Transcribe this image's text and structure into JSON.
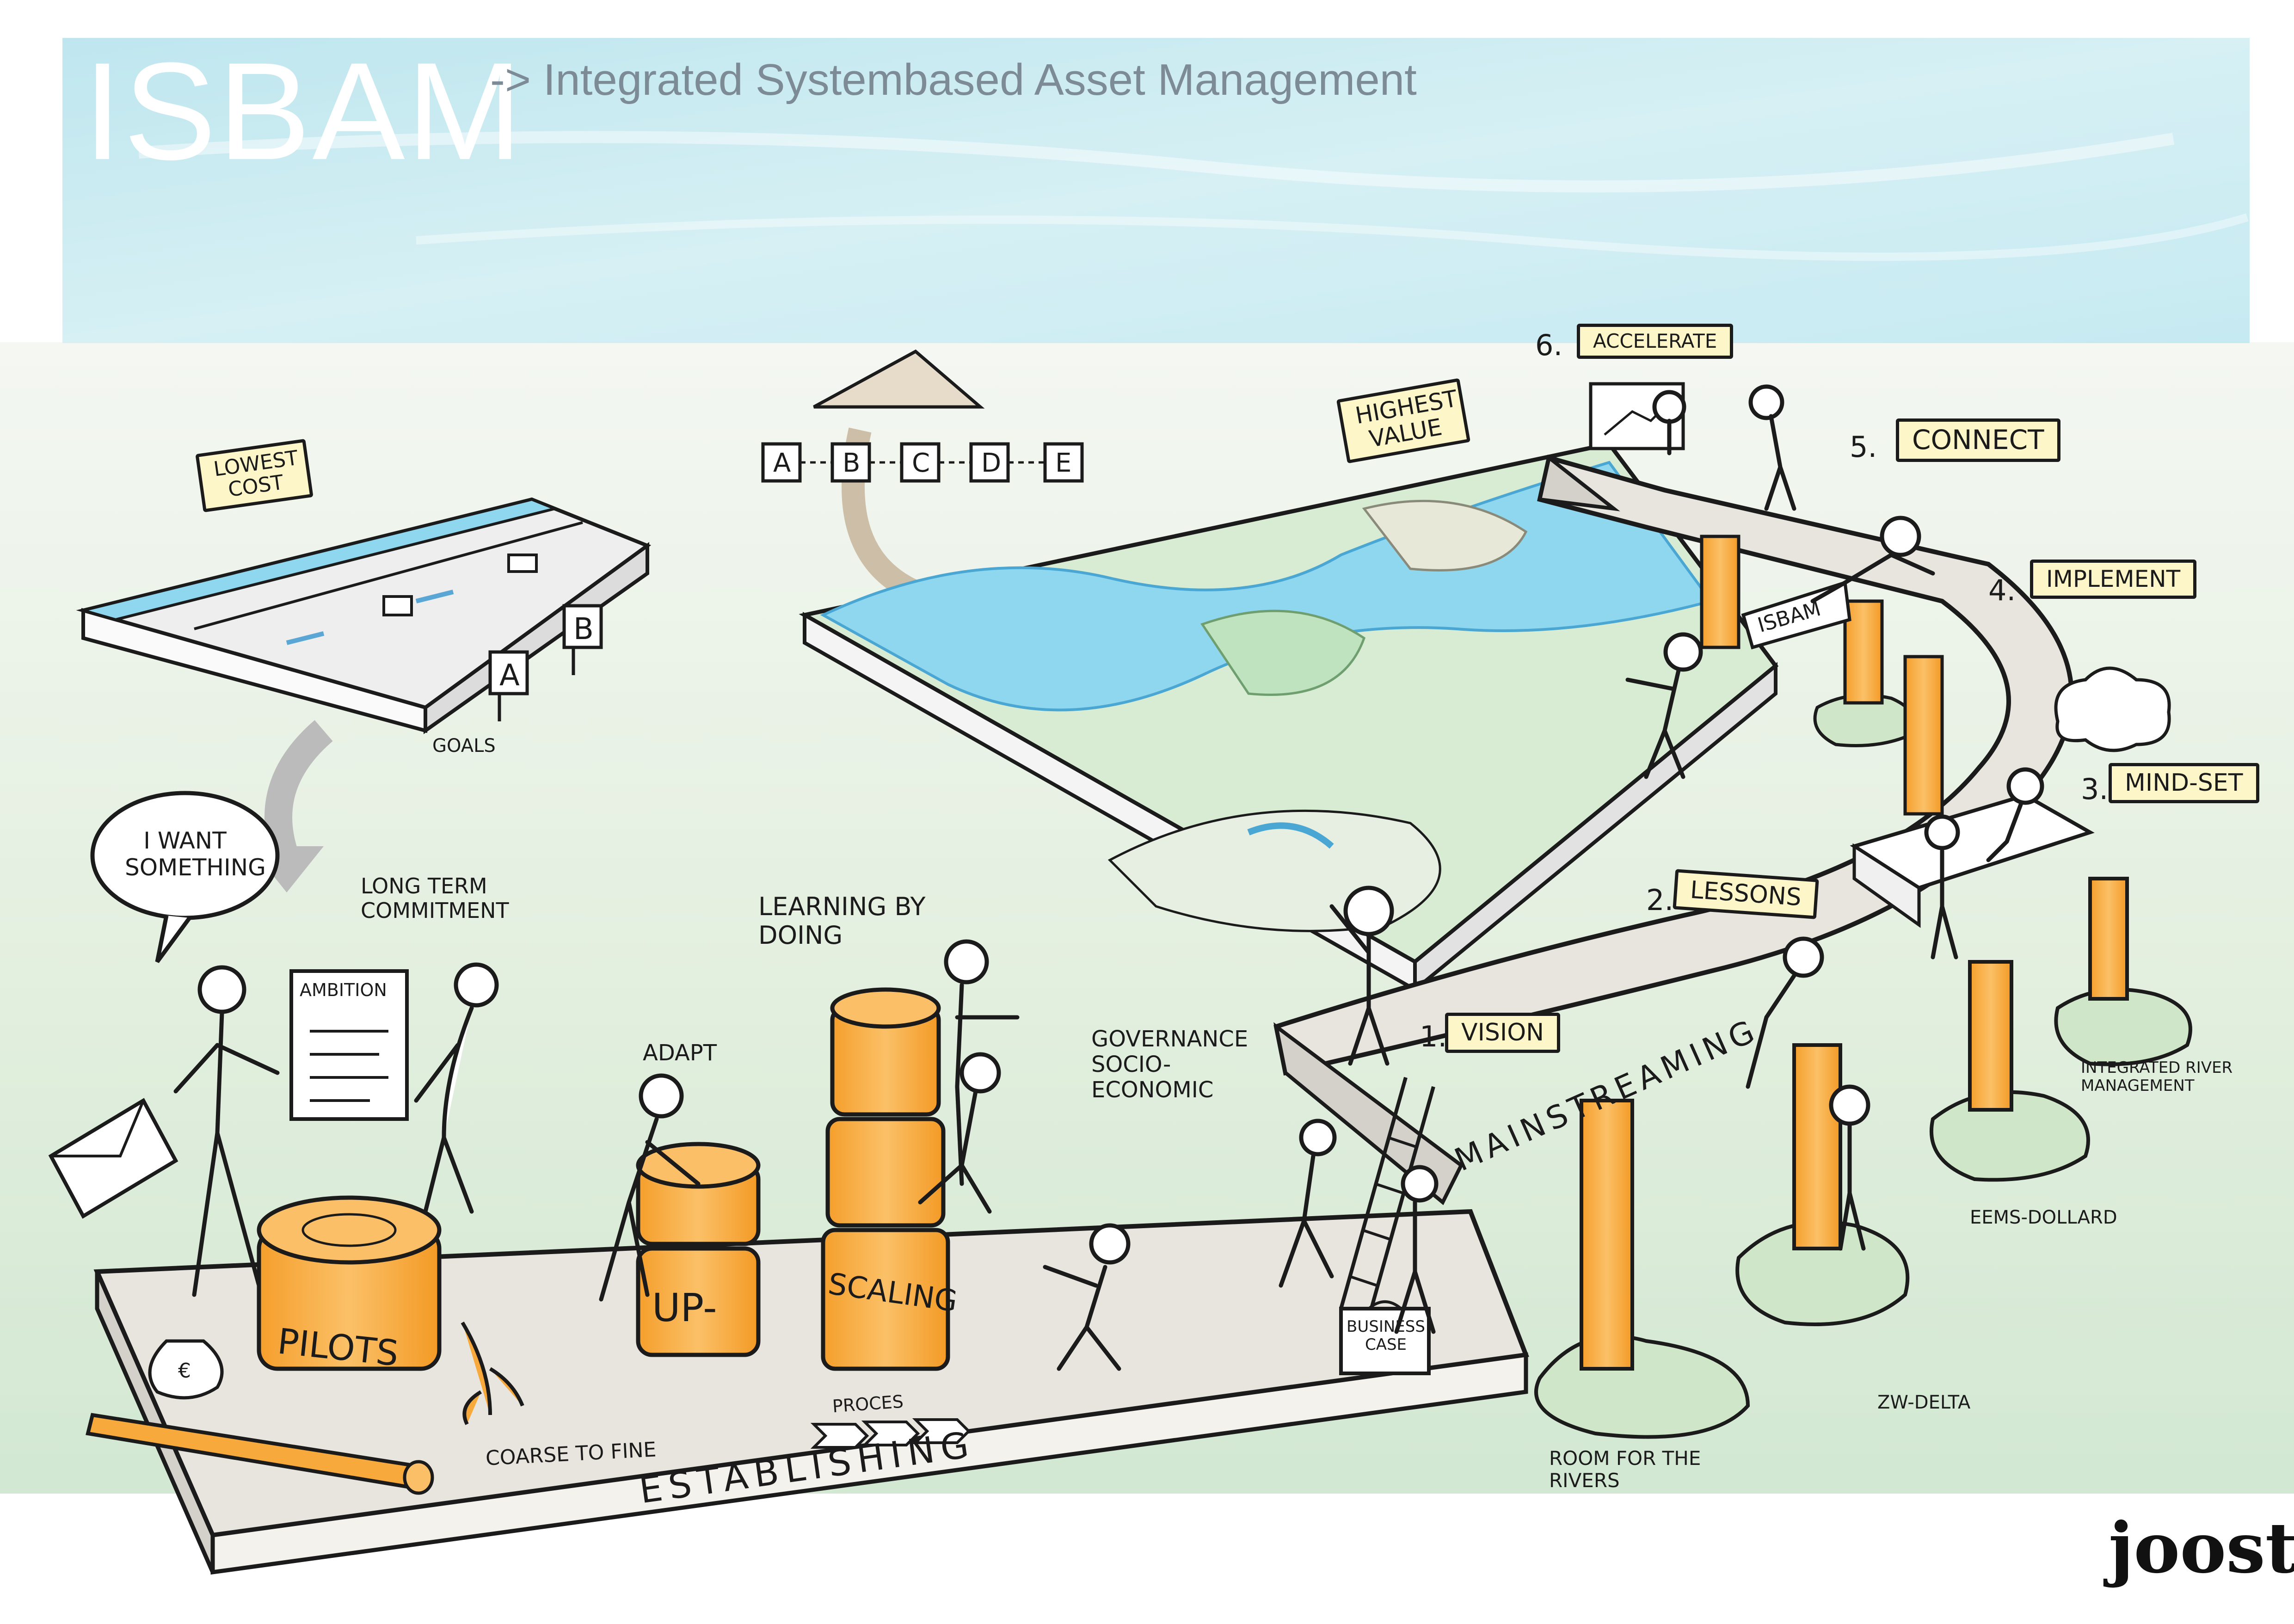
{
  "header": {
    "title": "ISBAM",
    "subtitle": "-> Integrated Systembased Asset Management",
    "sky_color": "#c9ecf2"
  },
  "top_left": {
    "tag": "LOWEST COST",
    "signs": [
      "A",
      "B"
    ],
    "caption": "GOALS"
  },
  "top_center": {
    "signs": [
      "A",
      "B",
      "C",
      "D",
      "E"
    ],
    "tag": "HIGHEST VALUE"
  },
  "speech_bubble": "I WANT SOMETHING",
  "board_title": "AMBITION",
  "labels": {
    "long_term": "LONG TERM COMMITMENT",
    "learning": "LEARNING BY DOING",
    "adapt": "ADAPT",
    "governance": "GOVERNANCE SOCIO- ECONOMIC",
    "coarse": "COARSE TO FINE",
    "proces": "PROCES",
    "business_case": "BUSINESS CASE",
    "money": "€"
  },
  "trunks": {
    "pilots": "PILOTS",
    "up": "UP-",
    "scaling": "SCALING"
  },
  "platforms": {
    "establishing": "ESTABLISHING",
    "mainstreaming": "MAINSTREAMING",
    "isbam_sign": "ISBAM"
  },
  "steps": [
    {
      "num": "1.",
      "label": "VISION"
    },
    {
      "num": "2.",
      "label": "LESSONS"
    },
    {
      "num": "3.",
      "label": "MIND-SET"
    },
    {
      "num": "4.",
      "label": "IMPLEMENT"
    },
    {
      "num": "5.",
      "label": "CONNECT"
    },
    {
      "num": "6.",
      "label": "ACCELERATE"
    }
  ],
  "islands": {
    "integrated": "INTEGRATED RIVER MANAGEMENT",
    "eems": "EEMS-DOLLARD",
    "zw": "ZW-DELTA",
    "room": "ROOM FOR THE RIVERS"
  },
  "signature": "joost",
  "colors": {
    "orange": "#f7a93b",
    "water": "#8fd6ef",
    "land": "#cfe6cf",
    "tag": "#fdf6c9",
    "ground": "#dcecd8",
    "platform": "#e8e5df"
  }
}
